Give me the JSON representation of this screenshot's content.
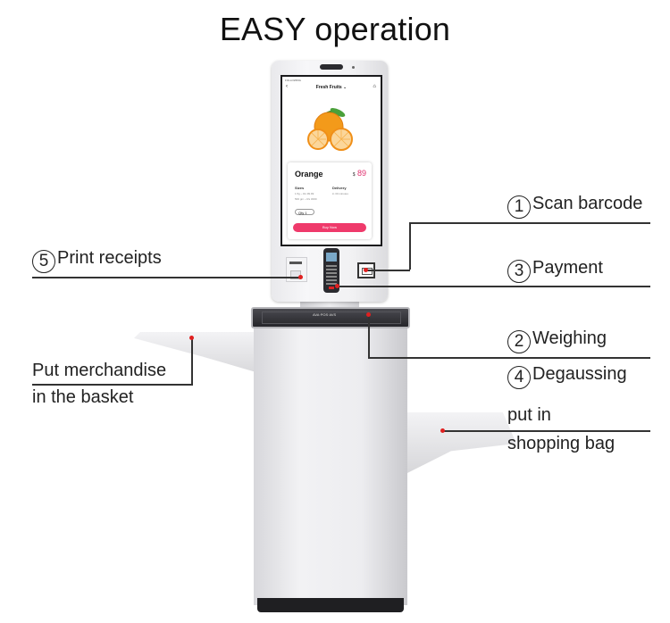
{
  "title": "EASY operation",
  "steps": [
    {
      "number": "1",
      "label": "Scan barcode"
    },
    {
      "number": "2",
      "label": "Weighing"
    },
    {
      "number": "3",
      "label": "Payment"
    },
    {
      "number": "4",
      "label": "Degaussing"
    },
    {
      "number": "5",
      "label": "Print receipts"
    }
  ],
  "notes": {
    "left_line1": "Put merchandise",
    "left_line2": "in the basket",
    "right_line1": "put in",
    "right_line2": "shopping bag"
  },
  "kiosk_screen": {
    "status": "FOLLOWING",
    "back_icon": "‹",
    "category": "Fresh Fruits ⌄",
    "cart_icon": "⌂",
    "product_name": "Orange",
    "currency": "$",
    "price": "89",
    "sizes_label": "Sizes",
    "sizes_value": "1.5g ~ Rs 99.99",
    "sizes_value2": "500 gm ~ Rs 3000",
    "delivery_label": "Delivery",
    "delivery_value": "in 30 minutes",
    "qty": "Qty",
    "qty_value": "1",
    "buy_label": "Buy Now",
    "scale_brand": "AVA·POS·AVS"
  },
  "colors": {
    "accent": "#ef3a6b",
    "marker": "#e02020",
    "text": "#222222"
  }
}
